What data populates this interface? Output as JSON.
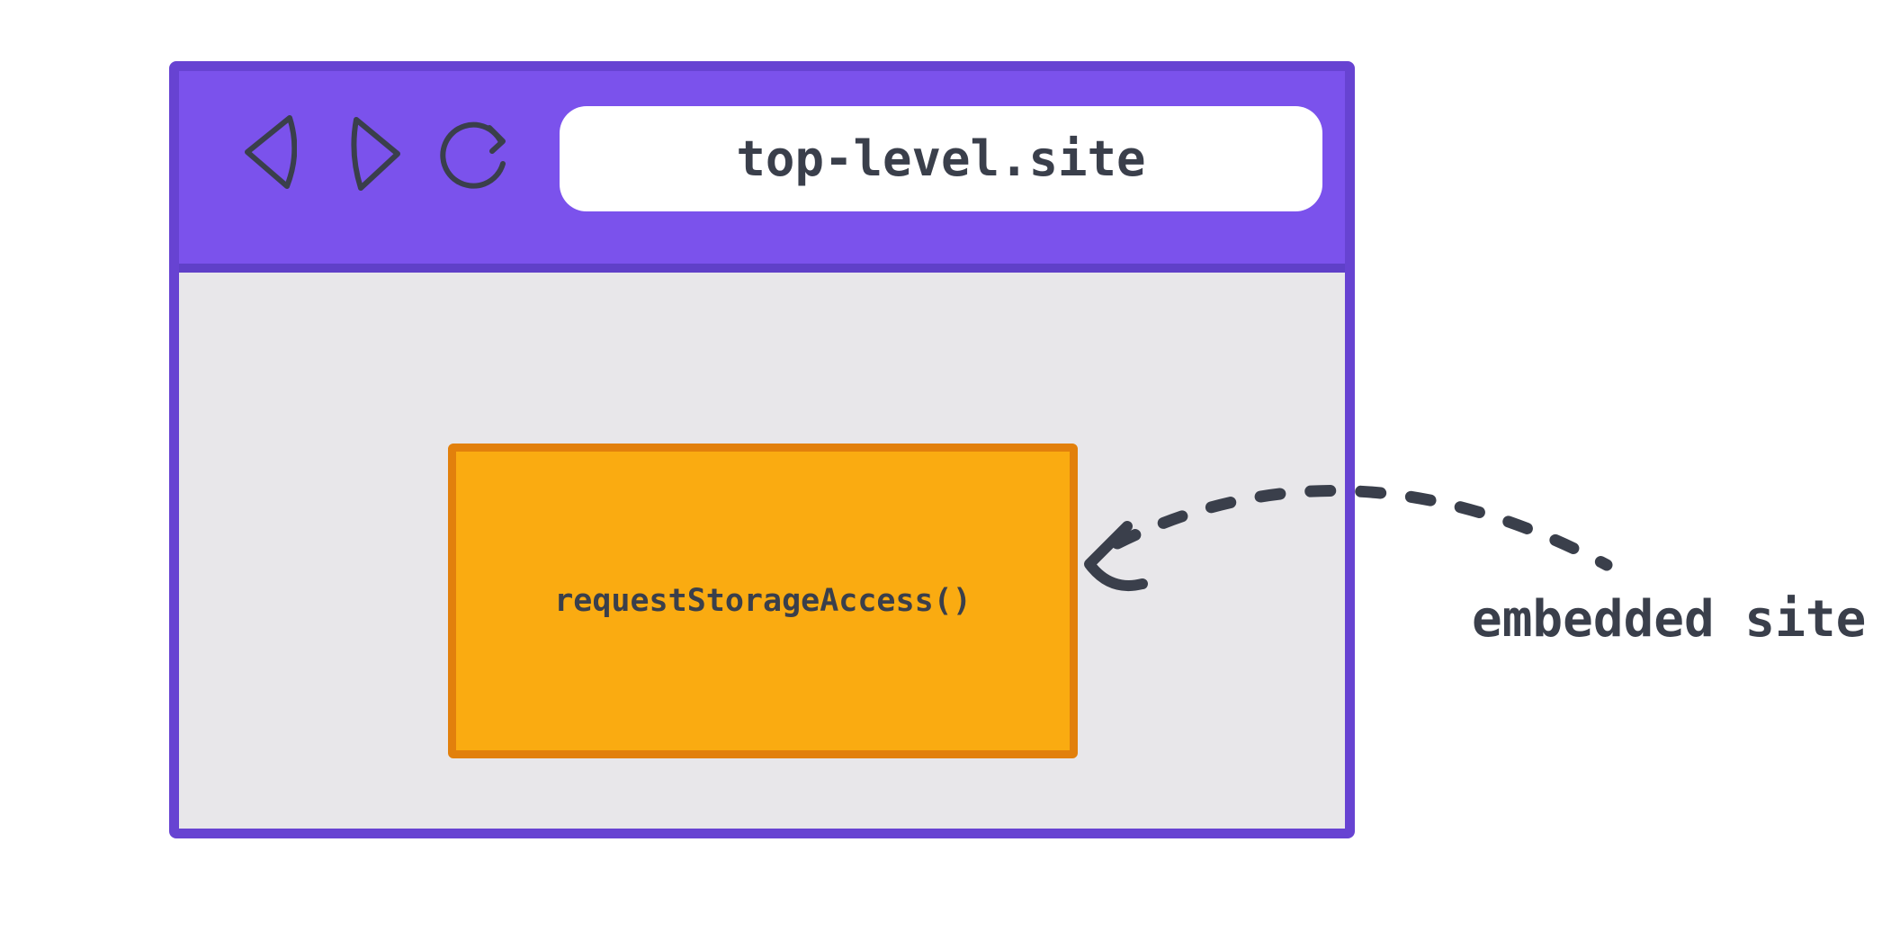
{
  "browser": {
    "url": "top-level.site",
    "toolbar_icons": [
      "back",
      "forward",
      "reload"
    ],
    "iframe": {
      "label": "requestStorageAccess()"
    }
  },
  "annotation": {
    "label": "embedded site"
  },
  "colors": {
    "page_bg": "#ffffff",
    "header_purple": "#7b52ec",
    "window_border": "#6743d2",
    "header_divider": "#5f40c8",
    "content_bg": "#e8e7ea",
    "urlbar_bg": "#ffffff",
    "iframe_fill": "#faab11",
    "iframe_border": "#e2800c",
    "ink": "#3a3f4b"
  }
}
